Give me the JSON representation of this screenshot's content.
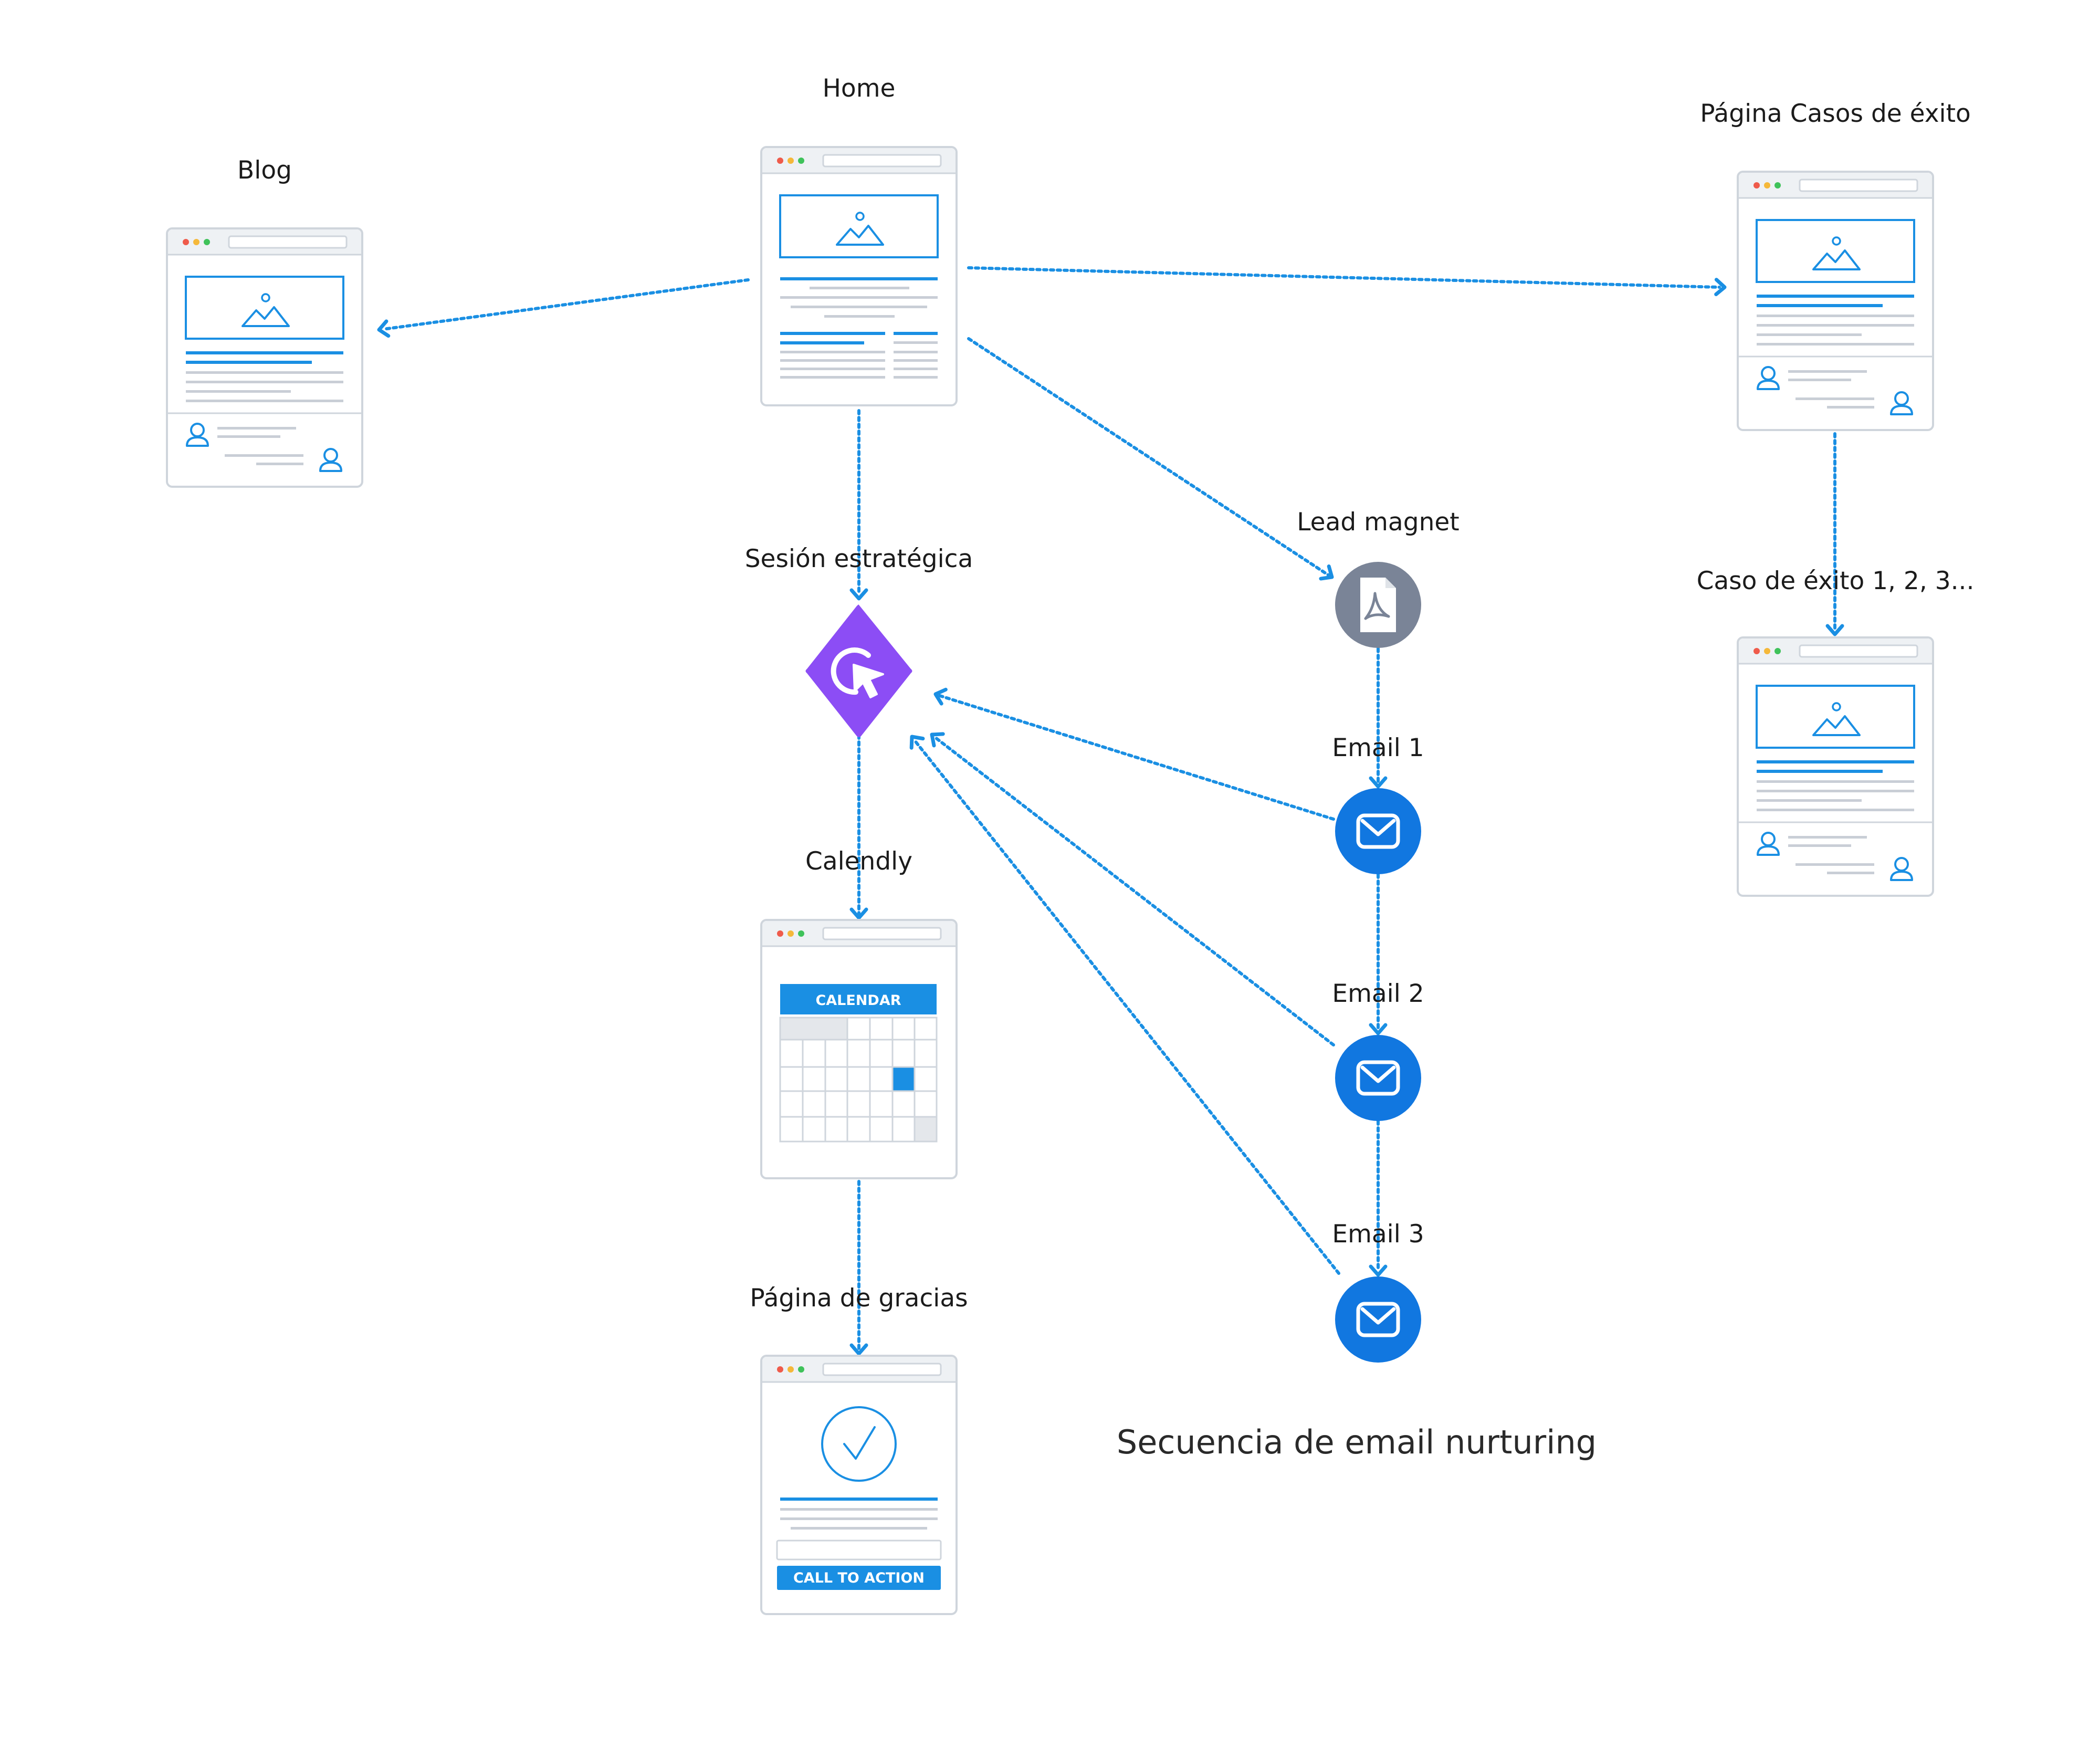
{
  "labels": {
    "home": "Home",
    "blog": "Blog",
    "casos": "Página Casos de éxito",
    "caso": "Caso de éxito 1, 2, 3...",
    "sesion": "Sesión estratégica",
    "lead": "Lead magnet",
    "calendly": "Calendly",
    "gracias": "Página de gracias",
    "email1": "Email 1",
    "email2": "Email 2",
    "email3": "Email 3",
    "sequence": "Secuencia de email nurturing"
  },
  "mockups": {
    "calendar_header": "CALENDAR",
    "cta": "CALL TO ACTION"
  },
  "icons": {
    "page": "browser-page-icon",
    "sesion": "cursor-click-icon",
    "lead": "pdf-file-icon",
    "email": "envelope-icon",
    "check": "checkmark-icon"
  },
  "colors": {
    "connector": "#1a8fe3",
    "page_blue": "#1a8fe3",
    "sesion": "#8c4df5",
    "lead": "#7a8497",
    "email": "#1177e0"
  }
}
